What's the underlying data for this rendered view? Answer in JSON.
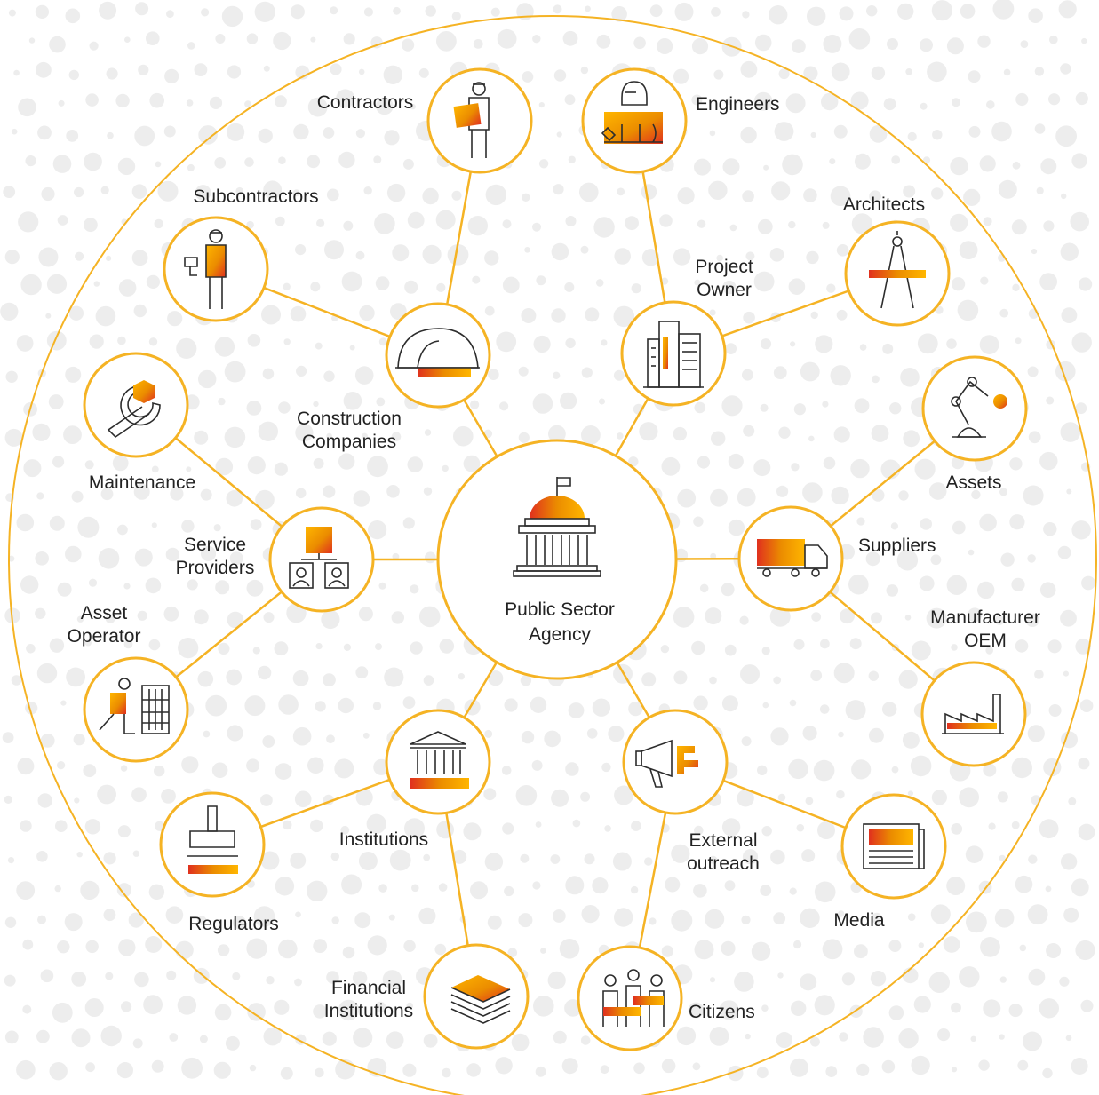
{
  "colors": {
    "accent": "#F5B324",
    "orange": "#EB8C00",
    "dark_orange": "#E0301E",
    "icon_stroke": "#2D2D2D",
    "dots": "#EDEDED"
  },
  "center": {
    "label_line1": "Public Sector",
    "label_line2": "Agency",
    "icon": "capitol-building-icon"
  },
  "hubs": {
    "construction": {
      "label_line1": "Construction",
      "label_line2": "Companies",
      "icon": "hard-hat-icon"
    },
    "project_owner": {
      "label_line1": "Project",
      "label_line2": "Owner",
      "icon": "office-building-icon"
    },
    "suppliers": {
      "label_line1": "Suppliers",
      "icon": "delivery-truck-icon"
    },
    "external": {
      "label_line1": "External",
      "label_line2": "outreach",
      "icon": "megaphone-icon"
    },
    "institutions": {
      "label_line1": "Institutions",
      "icon": "bank-building-icon"
    },
    "service": {
      "label_line1": "Service",
      "label_line2": "Providers",
      "icon": "org-chart-icon"
    }
  },
  "leaves": {
    "contractors": {
      "label_line1": "Contractors",
      "icon": "worker-with-blueprint-icon"
    },
    "subcontractors": {
      "label_line1": "Subcontractors",
      "icon": "worker-with-tool-icon"
    },
    "engineers": {
      "label_line1": "Engineers",
      "icon": "engineer-with-toolbox-icon"
    },
    "architects": {
      "label_line1": "Architects",
      "icon": "compass-ruler-icon"
    },
    "assets": {
      "label_line1": "Assets",
      "icon": "robot-arm-icon"
    },
    "manufacturer": {
      "label_line1": "Manufacturer",
      "label_line2": "OEM",
      "icon": "factory-icon"
    },
    "media": {
      "label_line1": "Media",
      "icon": "newspaper-icon"
    },
    "citizens": {
      "label_line1": "Citizens",
      "icon": "people-group-icon"
    },
    "financial": {
      "label_line1": "Financial",
      "label_line2": "Institutions",
      "icon": "money-stack-icon"
    },
    "regulators": {
      "label_line1": "Regulators",
      "icon": "rubber-stamp-icon"
    },
    "asset_operator": {
      "label_line1": "Asset",
      "label_line2": "Operator",
      "icon": "kneeling-operator-icon"
    },
    "maintenance": {
      "label_line1": "Maintenance",
      "icon": "wrench-icon"
    }
  }
}
